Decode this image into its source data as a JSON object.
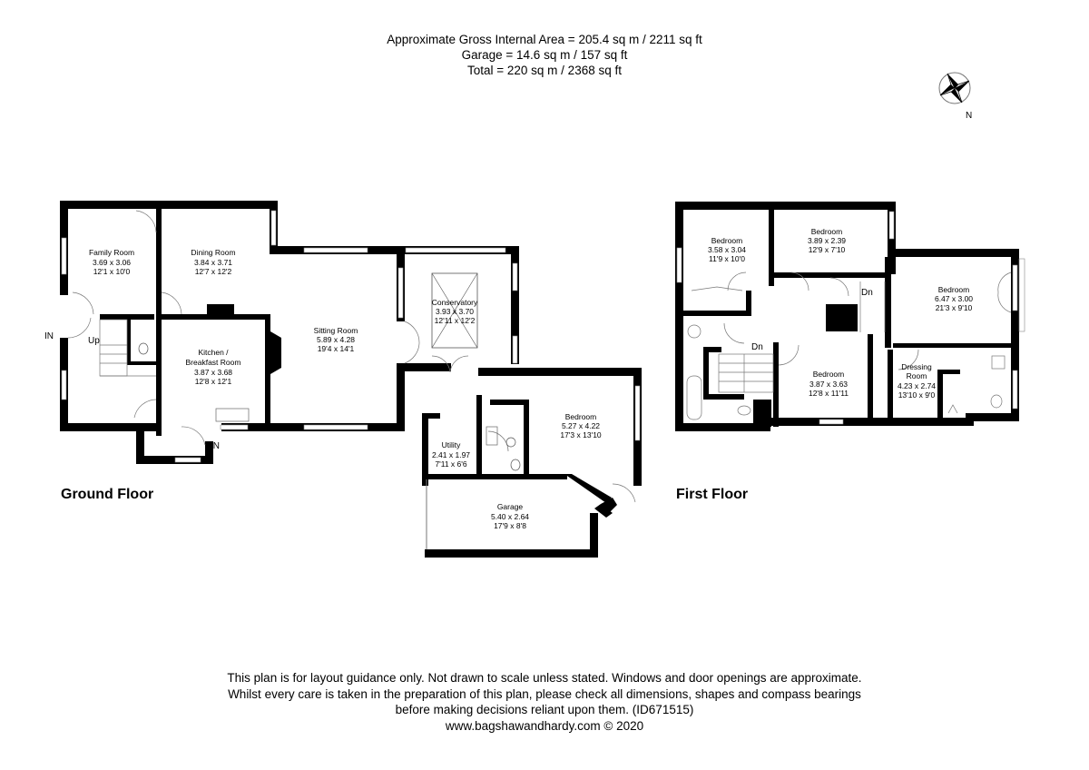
{
  "header": {
    "line1": "Approximate Gross Internal Area = 205.4 sq m / 2211 sq ft",
    "line2": "Garage = 14.6 sq m / 157 sq ft",
    "line3": "Total = 220 sq m / 2368 sq ft"
  },
  "compass": {
    "label": "N",
    "icon": "compass-rose-icon"
  },
  "ground_floor": {
    "title": "Ground Floor",
    "entrance_labels": [
      "IN",
      "IN"
    ],
    "stair_label": "Up",
    "rooms": [
      {
        "name": "Family Room",
        "metric": "3.69 x 3.06",
        "imperial": "12'1 x 10'0"
      },
      {
        "name": "Dining Room",
        "metric": "3.84 x 3.71",
        "imperial": "12'7 x 12'2"
      },
      {
        "name": "Kitchen /",
        "name2": "Breakfast Room",
        "metric": "3.87 x 3.68",
        "imperial": "12'8 x 12'1"
      },
      {
        "name": "Sitting Room",
        "metric": "5.89 x 4.28",
        "imperial": "19'4 x 14'1"
      },
      {
        "name": "Conservatory",
        "metric": "3.93 x 3.70",
        "imperial": "12'11 x 12'2"
      },
      {
        "name": "Utility",
        "metric": "2.41 x 1.97",
        "imperial": "7'11 x 6'6"
      },
      {
        "name": "Bedroom",
        "metric": "5.27 x 4.22",
        "imperial": "17'3 x 13'10"
      },
      {
        "name": "Garage",
        "metric": "5.40 x 2.64",
        "imperial": "17'9 x 8'8"
      }
    ]
  },
  "first_floor": {
    "title": "First Floor",
    "stair_labels": [
      "Dn",
      "Dn"
    ],
    "rooms": [
      {
        "name": "Bedroom",
        "metric": "3.58 x 3.04",
        "imperial": "11'9 x 10'0"
      },
      {
        "name": "Bedroom",
        "metric": "3.89 x 2.39",
        "imperial": "12'9 x 7'10"
      },
      {
        "name": "Bedroom",
        "metric": "6.47 x 3.00",
        "imperial": "21'3 x 9'10"
      },
      {
        "name": "Bedroom",
        "metric": "3.87 x 3.63",
        "imperial": "12'8 x 11'11"
      },
      {
        "name": "Dressing",
        "name2": "Room",
        "metric": "4.23 x 2.74",
        "imperial": "13'10 x 9'0"
      }
    ]
  },
  "footer": {
    "line1": "This plan is for layout guidance only. Not drawn to scale unless stated. Windows and door openings are approximate.",
    "line2": "Whilst every care is taken in the preparation of this plan, please check all dimensions, shapes and compass bearings",
    "line3": "before making decisions reliant upon them. (ID671515)",
    "line4": "www.bagshawandhardy.com © 2020"
  }
}
